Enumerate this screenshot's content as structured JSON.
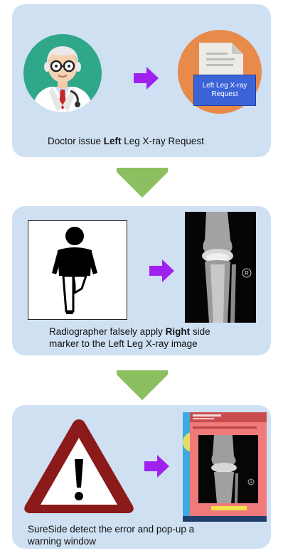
{
  "step1": {
    "document_label_line1": "Left Leg X-ray",
    "document_label_line2": "Request",
    "caption_pre": "Doctor issue ",
    "caption_bold": "Left",
    "caption_post": " Leg X-ray Request"
  },
  "step2": {
    "marker_letter": "R",
    "caption_pre": "Radiographer falsely apply ",
    "caption_bold": "Right",
    "caption_post_line1": " side",
    "caption_line2": "marker to the Left Leg X-ray image"
  },
  "step3": {
    "window_marker_letter": "R",
    "caption_line1": "SureSide detect the error and pop-up a",
    "caption_line2": "warning window"
  },
  "colors": {
    "panel": "#cfe0f3",
    "arrow_purple": "#a020f0",
    "arrow_green": "#8cbf5f",
    "doctor_circle": "#2fa88a",
    "document_circle": "#e88a4a",
    "label_blue": "#3b63d8",
    "warning_red": "#8b1a1a"
  }
}
